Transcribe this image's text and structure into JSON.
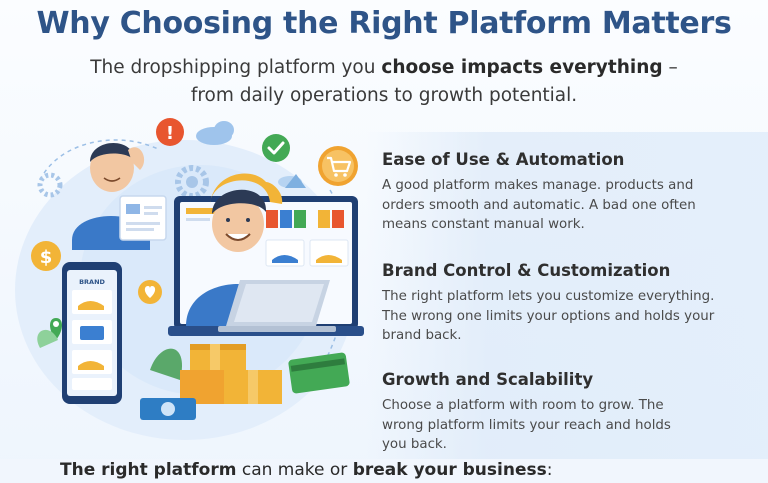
{
  "header": {
    "title": "Why Choosing the Right Platform Matters",
    "subtitle_part1": "The dropshipping platform you ",
    "subtitle_bold": "choose impacts everything",
    "subtitle_part2": " – from daily operations to growth potential."
  },
  "sections": [
    {
      "title": "Ease of Use & Automation",
      "text": "A good platform makes manage. products and orders smooth and automatic. A bad one often means constant manual work."
    },
    {
      "title": "Brand Control & Customization",
      "text": "The right platform lets you customize everything. The wrong one limits your options and holds your brand back."
    },
    {
      "title": "Growth and Scalability",
      "text": "Choose a platform with room to grow. The wrong platform limits your reach and holds you back."
    }
  ],
  "footer": {
    "bold1": "The right platform",
    "mid": " can make or ",
    "bold2": "break your business",
    "end": ":"
  },
  "illustration": {
    "alert_symbol": "!",
    "dollar_symbol": "$",
    "phone_brand": "BRAND",
    "colors": {
      "title": "#2e5488",
      "accent_blue": "#3b7fd1",
      "shirt_blue": "#3a79c8",
      "hat_yellow": "#f2b437",
      "alert_red": "#e8562f",
      "check_green": "#43a955",
      "cart_orange": "#f0a330"
    },
    "icons": [
      "alert-icon",
      "check-icon",
      "cart-icon",
      "dollar-icon",
      "heart-icon",
      "location-icon",
      "cloud-icon",
      "gear-icon"
    ]
  }
}
